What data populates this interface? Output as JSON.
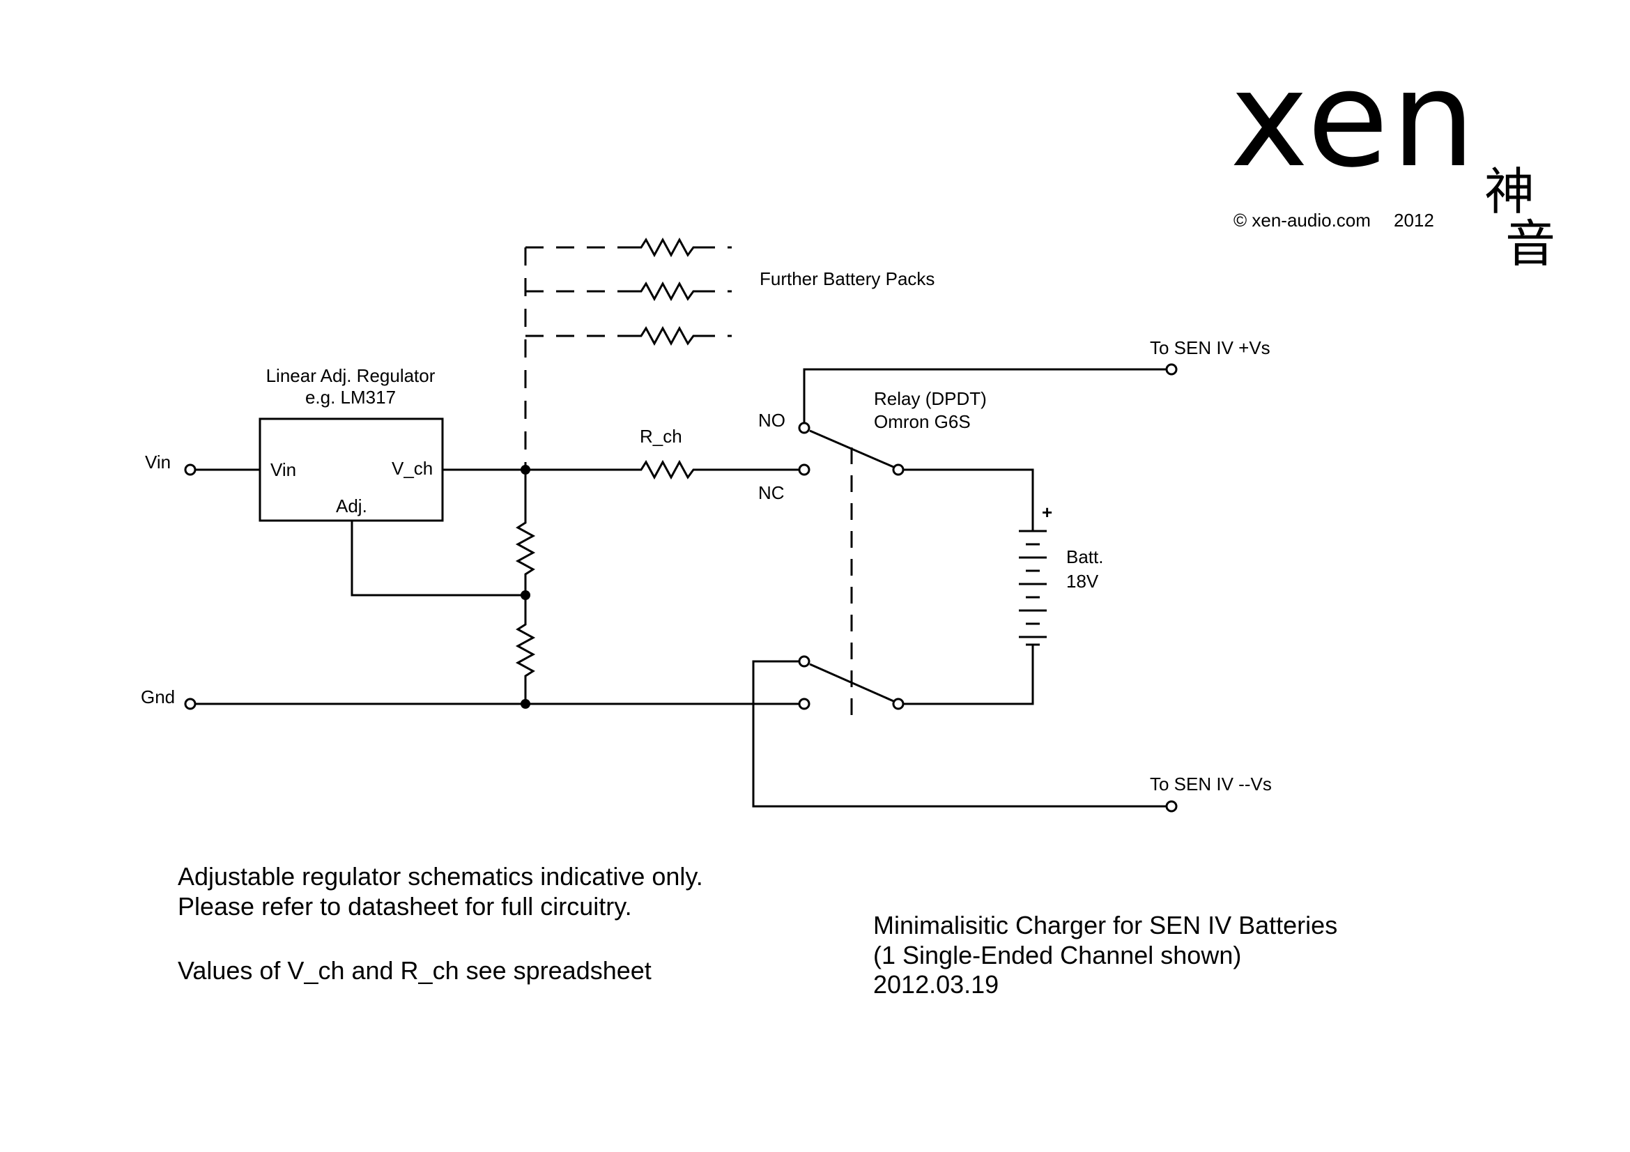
{
  "logo": {
    "wordmark": "xen",
    "kanji_1": "神",
    "kanji_2": "音",
    "copyright": "© xen-audio.com",
    "year": "2012"
  },
  "labels": {
    "further_packs": "Further Battery Packs",
    "regulator_title_1": "Linear Adj. Regulator",
    "regulator_title_2": "e.g. LM317",
    "vin_ext": "Vin",
    "vin_pin": "Vin",
    "vch_pin": "V_ch",
    "adj_pin": "Adj.",
    "gnd": "Gnd",
    "r_ch": "R_ch",
    "no": "NO",
    "nc": "NC",
    "relay_1": "Relay (DPDT)",
    "relay_2": "Omron G6S",
    "plus": "+",
    "batt_1": "Batt.",
    "batt_2": "18V",
    "to_pos": "To SEN IV +Vs",
    "to_neg": "To SEN IV --Vs"
  },
  "notes": {
    "left_1": "Adjustable regulator schematics indicative only.",
    "left_2": "Please refer to datasheet for full circuitry.",
    "left_3": "Values of V_ch and R_ch see spreadsheet",
    "right_1": "Minimalisitic Charger for SEN IV Batteries",
    "right_2": "(1 Single-Ended Channel shown)",
    "right_3": "2012.03.19"
  }
}
